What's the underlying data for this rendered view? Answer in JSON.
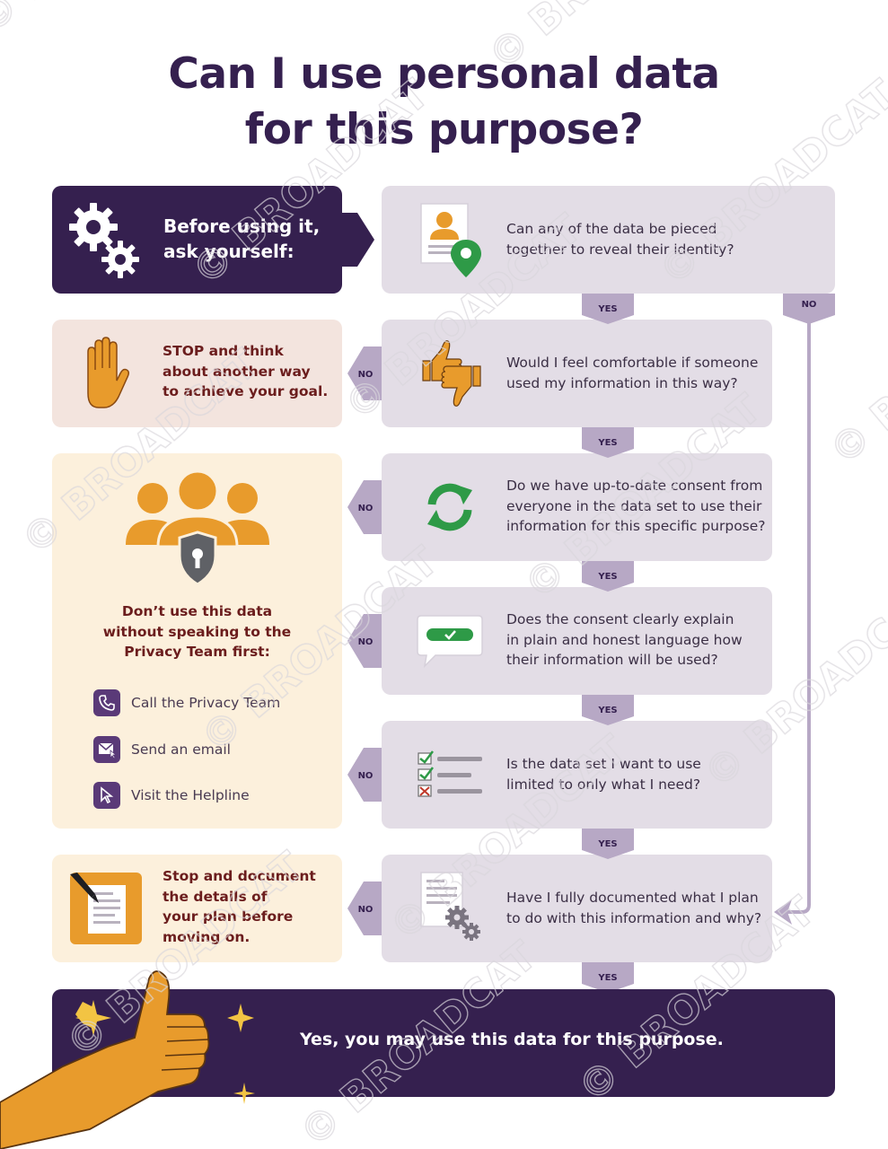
{
  "title": {
    "line1": "Can I use personal data",
    "line2": "for this purpose?"
  },
  "intro": {
    "line1": "Before using it,",
    "line2": "ask yourself:"
  },
  "questions": [
    {
      "lines": [
        "Can any of the data be pieced",
        "together to reveal their identity?"
      ]
    },
    {
      "lines": [
        "Would I feel comfortable if someone",
        "used my information in this way?"
      ]
    },
    {
      "lines": [
        "Do we have up-to-date consent from",
        "everyone in the data set to use their",
        "information for this specific purpose?"
      ]
    },
    {
      "lines": [
        "Does the consent clearly explain",
        "in plain and honest language how",
        "their information will be used?"
      ]
    },
    {
      "lines": [
        "Is the data set I want to use",
        "limited to only what I need?"
      ]
    },
    {
      "lines": [
        "Have I fully documented what I plan",
        "to do with this information and why?"
      ]
    }
  ],
  "labels": {
    "yes": "YES",
    "no": "NO"
  },
  "stop_box": {
    "lines": [
      "STOP and think",
      "about another way",
      "to achieve your goal."
    ]
  },
  "privacy_box": {
    "lines": [
      "Don’t use this data",
      "without speaking to the",
      "Privacy Team first:"
    ],
    "contacts": [
      {
        "label": "Call the Privacy Team",
        "icon": "phone-icon"
      },
      {
        "label": "Send an email",
        "icon": "email-icon"
      },
      {
        "label": "Visit the Helpline",
        "icon": "cursor-icon"
      }
    ]
  },
  "document_box": {
    "lines": [
      "Stop and document",
      "the details of",
      "your plan before",
      "moving on."
    ]
  },
  "final": {
    "text": "Yes, you may use this data for this purpose."
  },
  "watermark": "© BROADCAT",
  "colors": {
    "purple_dark": "#35204f",
    "purple_light": "#e3dde6",
    "connector": "#b7a8c5",
    "orange": "#e89b2c",
    "stop_bg": "#f3e4de",
    "privacy_bg": "#fcf0dc",
    "text_red": "#6b1d1d",
    "green": "#2e9a47"
  }
}
